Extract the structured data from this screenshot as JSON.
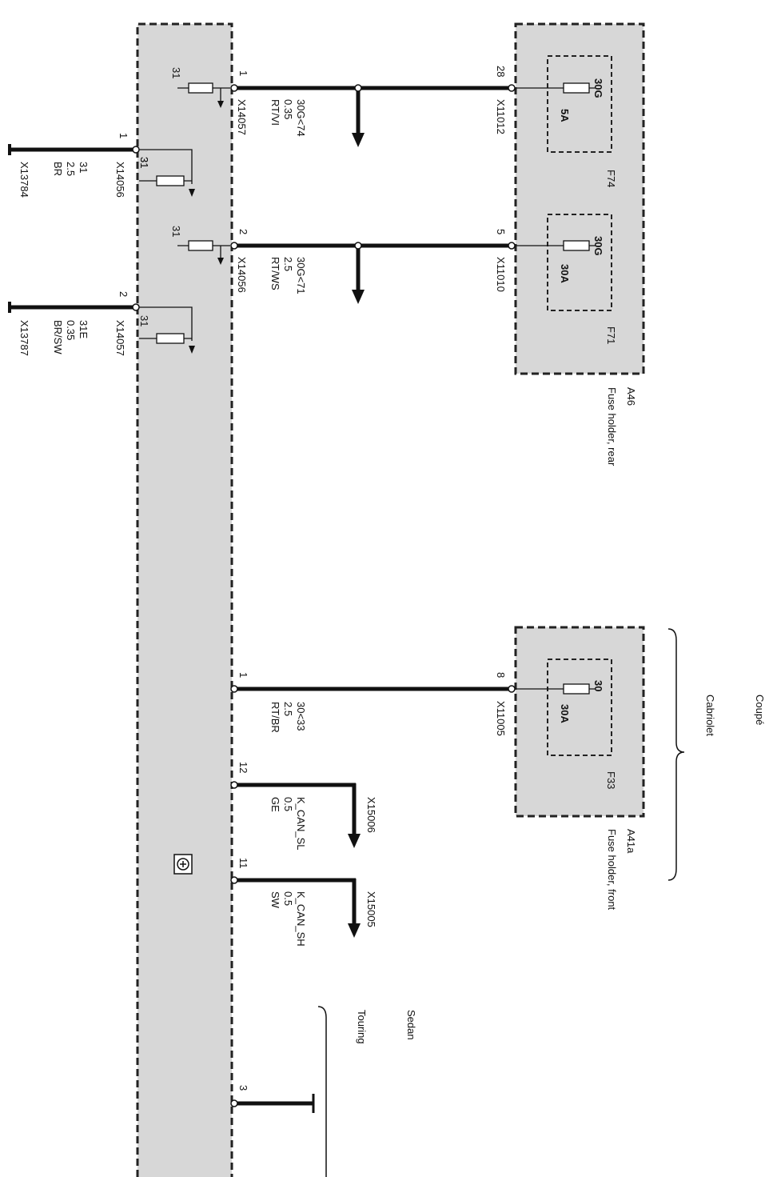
{
  "variants": {
    "coupe": "Coupé",
    "cabriolet": "Cabriolet",
    "sedan": "Sedan",
    "touring": "Touring"
  },
  "fuse_holders": {
    "rear": {
      "id": "A46",
      "name": "Fuse holder, rear"
    },
    "front": {
      "id": "A41a",
      "name": "Fuse holder, front"
    }
  },
  "fuses": {
    "f74": {
      "id": "F74",
      "terminal": "30G",
      "rating": "5A",
      "pin": "28",
      "connector": "X11012"
    },
    "f71": {
      "id": "F71",
      "terminal": "30G",
      "rating": "30A",
      "pin": "5",
      "connector": "X11010"
    },
    "f33": {
      "id": "F33",
      "terminal": "30",
      "rating": "30A",
      "pin": "8",
      "connector": "X11005"
    }
  },
  "module_pins": {
    "p1_top": {
      "pin": "1",
      "connector": "X14057",
      "signal": "30G<74",
      "size": "0.35",
      "color": "RT/VI",
      "ground": "31"
    },
    "p2_top": {
      "pin": "2",
      "connector": "X14056",
      "signal": "30G<71",
      "size": "2.5",
      "color": "RT/WS",
      "ground": "31"
    },
    "p1_mid": {
      "pin": "1",
      "signal": "30<33",
      "size": "2.5",
      "color": "RT/BR"
    },
    "p12": {
      "pin": "12",
      "signal": "K_CAN_SL",
      "size": "0.5",
      "color": "GE",
      "connector": "X15006"
    },
    "p11": {
      "pin": "11",
      "signal": "K_CAN_SH",
      "size": "0.5",
      "color": "SW",
      "connector": "X15005"
    },
    "p3": {
      "pin": "3"
    }
  },
  "ground_pins": {
    "g1": {
      "pin": "1",
      "connector": "X14056",
      "signal": "31",
      "size": "2.5",
      "color": "BR",
      "end": "X13784",
      "ground": "31"
    },
    "g2": {
      "pin": "2",
      "connector": "X14057",
      "signal": "31E",
      "size": "0.35",
      "color": "BR/SW",
      "end": "X13787",
      "ground": "31"
    }
  },
  "colors": {
    "module_fill": "#d7d7d7",
    "line": "#111111"
  }
}
